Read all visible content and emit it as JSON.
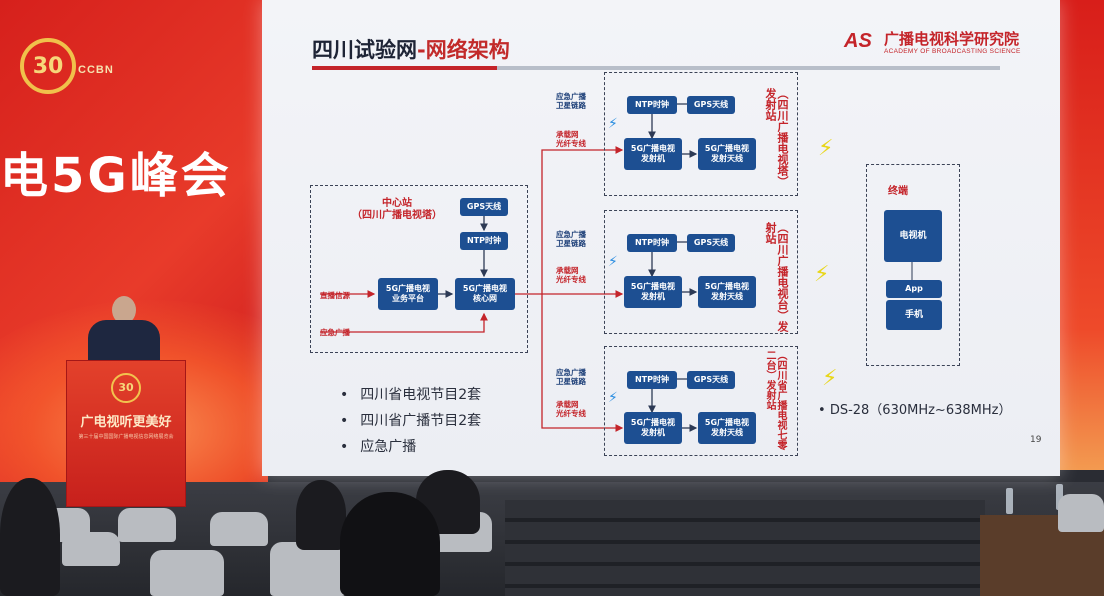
{
  "backdrop": {
    "logo_number": "30",
    "logo_text": "CCBN",
    "title": "电5G峰会"
  },
  "podium": {
    "logo_number": "30",
    "slogan": "广电视听更美好",
    "subtitle": "第三十届中国国际广播电视信息网络展览会"
  },
  "slide": {
    "title_part1": "四川试验网",
    "title_sep": "-",
    "title_part2": "网络架构",
    "brand": {
      "logo": "AS",
      "name_cn": "广播电视科学研究院",
      "name_en": "ACADEMY OF BROADCASTING SCIENCE"
    },
    "center_station": {
      "title": "中心站\n（四川广播电视塔）",
      "gps": "GPS天线",
      "ntp": "NTP时钟",
      "service_platform": "5G广播电视\n业务平台",
      "core_network": "5G广播电视\n核心网",
      "input_live": "直播信源",
      "input_emergency": "应急广播"
    },
    "sites": [
      {
        "name": "（四川广播电视塔）发射站",
        "emergency_label": "应急广播\n卫星链路",
        "fiber_label": "承载网\n光纤专线",
        "ntp": "NTP时钟",
        "gps": "GPS天线",
        "transmitter": "5G广播电视\n发射机",
        "antenna": "5G广播电视\n发射天线"
      },
      {
        "name": "（四川广播电视台）发射站",
        "emergency_label": "应急广播\n卫星链路",
        "fiber_label": "承载网\n光纤专线",
        "ntp": "NTP时钟",
        "gps": "GPS天线",
        "transmitter": "5G广播电视\n发射机",
        "antenna": "5G广播电视\n发射天线"
      },
      {
        "name": "（四川省广播电视七零二台）发射站",
        "emergency_label": "应急广播\n卫星链路",
        "fiber_label": "承载网\n光纤专线",
        "ntp": "NTP时钟",
        "gps": "GPS天线",
        "transmitter": "5G广播电视\n发射机",
        "antenna": "5G广播电视\n发射天线"
      }
    ],
    "terminal": {
      "title": "终端",
      "tv": "电视机",
      "app": "App",
      "phone": "手机"
    },
    "bullets": [
      "四川省电视节目2套",
      "四川省广播节目2套",
      "应急广播"
    ],
    "frequency": "DS-28（630MHz~638MHz）",
    "page_number": "19"
  },
  "colors": {
    "slide_bg": "#eef0f4",
    "block_blue": "#1d4f92",
    "accent_red": "#c4242a",
    "backdrop_red": "#d6201c"
  }
}
